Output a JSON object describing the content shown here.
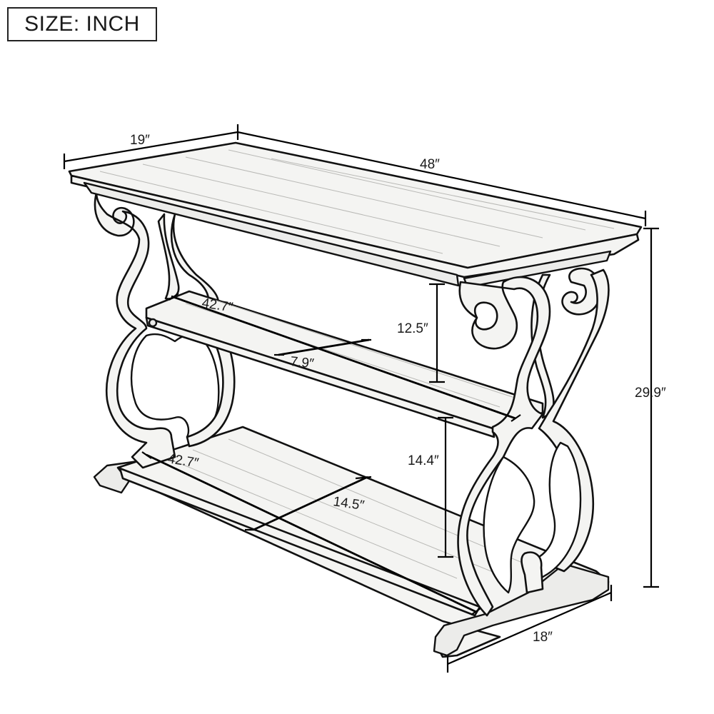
{
  "header": {
    "size_label": "SIZE: INCH"
  },
  "dimensions": {
    "depth_top": "19″",
    "width_top": "48″",
    "height_total": "29.9″",
    "depth_base": "18″",
    "shelf_gap_upper": "12.5″",
    "shelf_gap_lower": "14.4″",
    "middle_shelf_length": "42.7″",
    "middle_shelf_depth": "7.9″",
    "bottom_shelf_length": "42.7″",
    "bottom_shelf_depth": "14.5″"
  },
  "colors": {
    "line": "#111111",
    "fill": "#f4f4f2",
    "background": "#ffffff"
  }
}
